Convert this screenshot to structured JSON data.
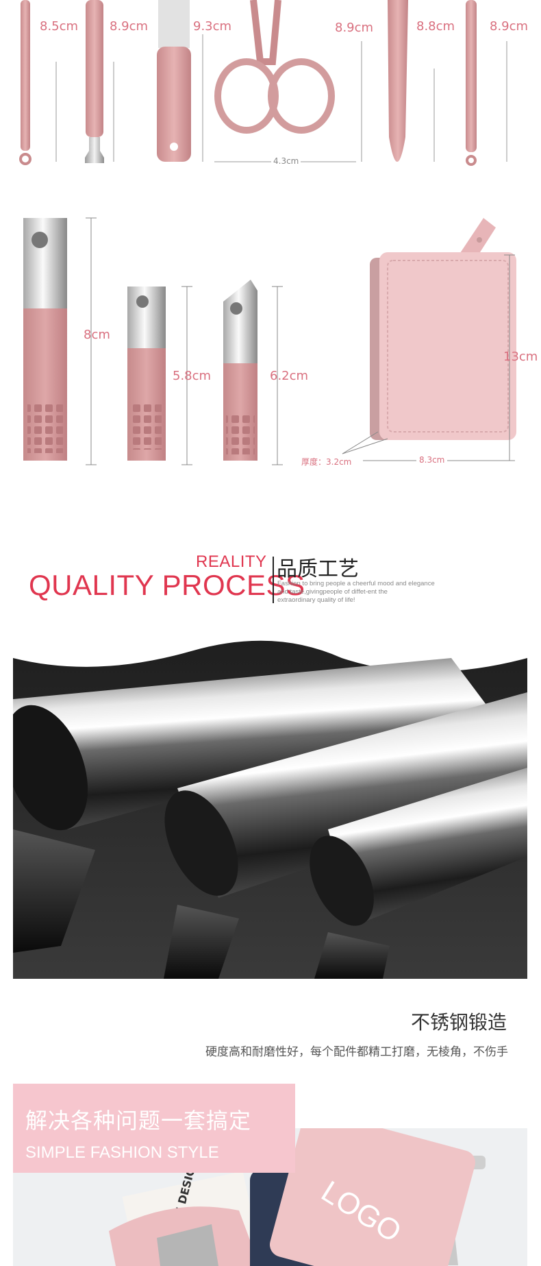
{
  "tools_row1": {
    "dims": [
      "8.5cm",
      "8.9cm",
      "9.3cm",
      "8.9cm",
      "8.8cm",
      "8.9cm"
    ],
    "scissor_width": "4.3cm"
  },
  "tools_row2": {
    "clipper_dims": [
      "8cm",
      "5.8cm",
      "6.2cm"
    ],
    "case_height": "13cm",
    "case_width": "8.3cm",
    "case_thickness": "厚度：3.2cm"
  },
  "quality": {
    "en_small": "REALITY",
    "en_large": "QUALITY PROCESS",
    "cn_title": "品质工艺",
    "desc_lines": [
      "Fashion to bring people a cheerful mood and elegance",
      "and taste,givingpeople of diffet-ent the",
      "extraordinary quality of life!"
    ]
  },
  "forge": {
    "title": "不锈钢锻造",
    "desc": "硬度高和耐磨性好，每个配件都精工打磨，无棱角，不伤手"
  },
  "banner": {
    "cn": "解决各种问题一套搞定",
    "en": "SIMPLE FASHION STYLE",
    "logo_text": "LOGO",
    "book_text": "PLATE DESIGN."
  },
  "colors": {
    "accent_red": "#e0364f",
    "dim_pink": "#d9707f",
    "rose_gold": "#d8a3a4",
    "banner_pink": "#f6c6ce"
  }
}
